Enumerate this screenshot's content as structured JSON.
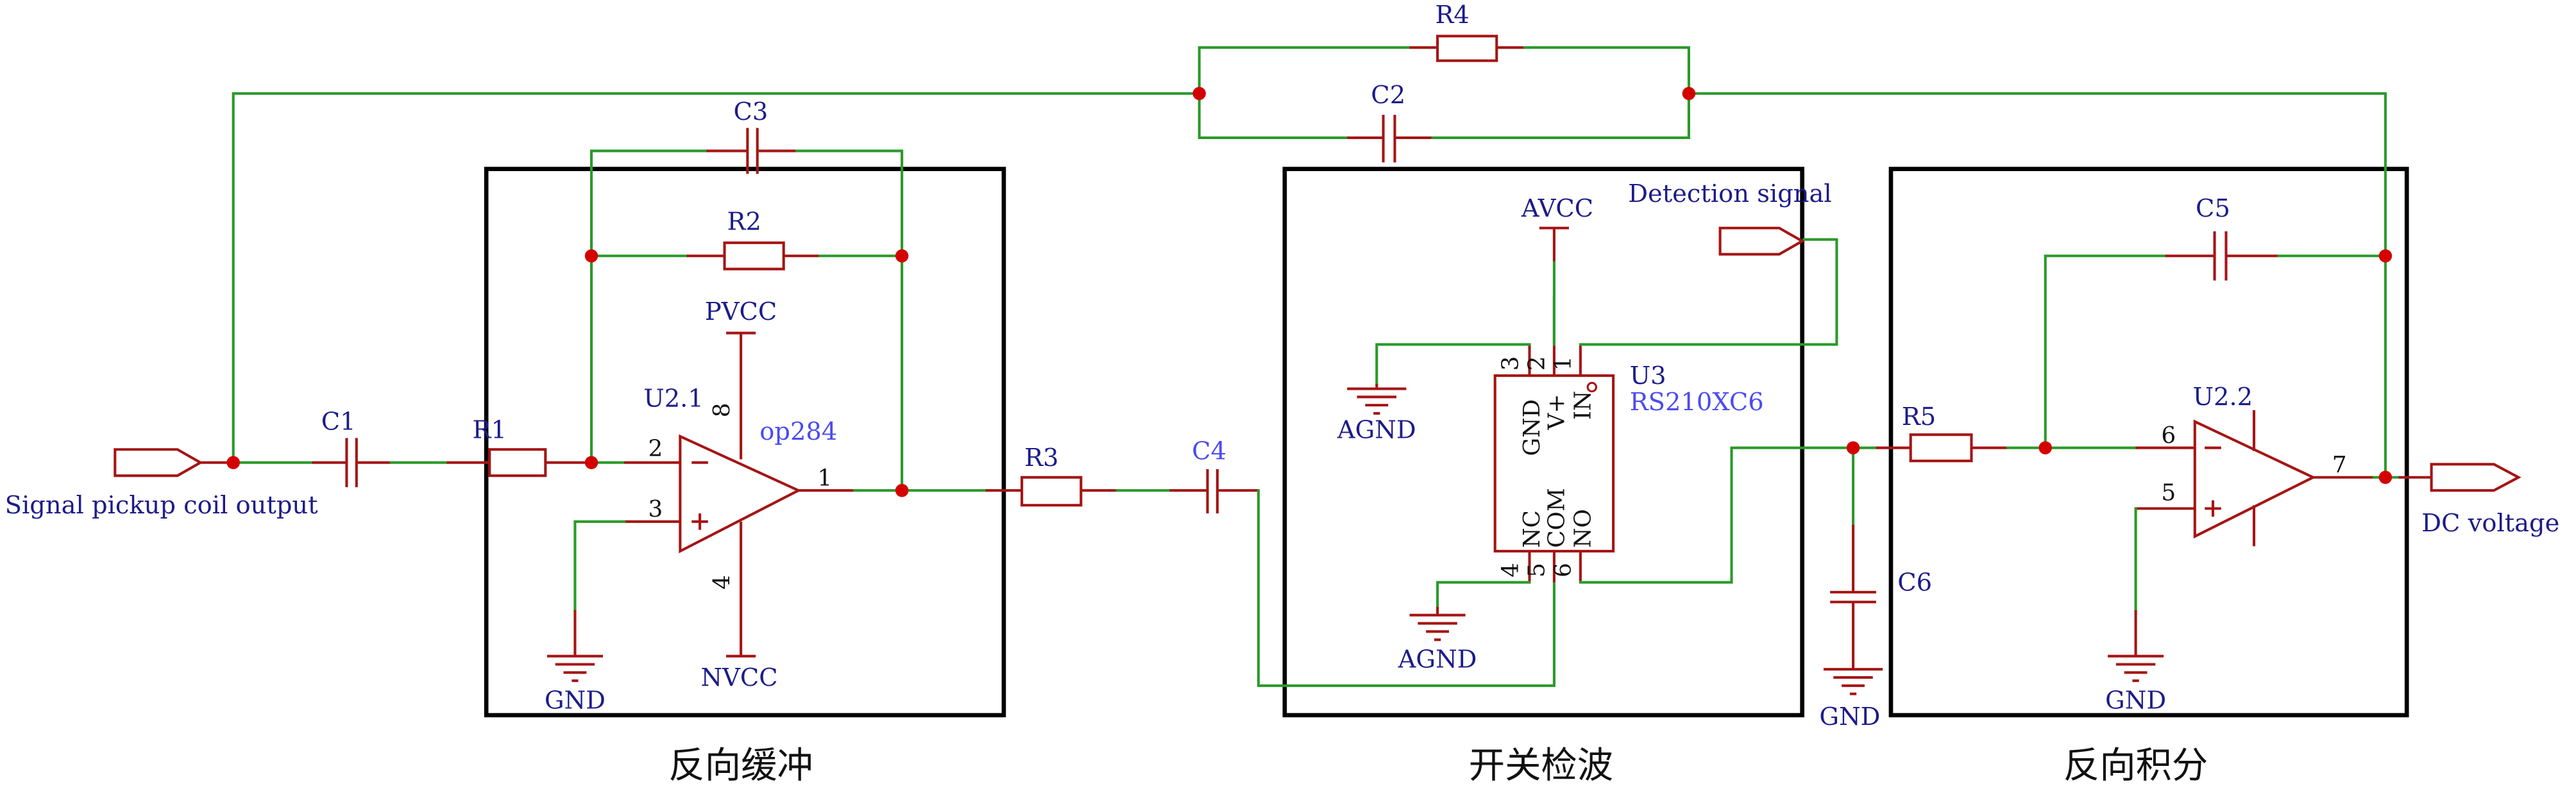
{
  "diagram": {
    "type": "circuit-schematic",
    "colors": {
      "wire": "#2a9a2a",
      "component": "#a51515",
      "junction": "#d40000",
      "label": "#1c1c8a",
      "part_value": "#4b4bf2",
      "block_border": "#000000"
    },
    "ports": {
      "input": "Signal pickup coil output",
      "detection": "Detection signal",
      "output": "DC voltage"
    },
    "blocks": {
      "buffer": "反向缓冲",
      "detector": "开关检波",
      "integrator": "反向积分"
    },
    "components": {
      "C1": "C1",
      "R1": "R1",
      "R2": "R2",
      "C3": "C3",
      "R3": "R3",
      "C4": "C4",
      "R4": "R4",
      "C2": "C2",
      "R5": "R5",
      "C5": "C5",
      "C6": "C6"
    },
    "opamp1": {
      "ref": "U2.1",
      "part": "op284",
      "pins": {
        "inv": "2",
        "noninv": "3",
        "out": "1",
        "vpos": "8",
        "vneg": "4"
      },
      "inv_sign": "−",
      "noninv_sign": "+"
    },
    "opamp2": {
      "ref": "U2.2",
      "part": "",
      "pins": {
        "inv": "6",
        "noninv": "5",
        "out": "7"
      },
      "inv_sign": "−",
      "noninv_sign": "+"
    },
    "switch": {
      "ref": "U3",
      "part": "RS210XC6",
      "pins": {
        "p1": "1",
        "p2": "2",
        "p3": "3",
        "p4": "4",
        "p5": "5",
        "p6": "6"
      },
      "pin_names": {
        "gnd": "GND",
        "vplus": "V+",
        "in": "IN",
        "nc": "NC",
        "com": "COM",
        "no": "NO"
      }
    },
    "power": {
      "pvcc": "PVCC",
      "nvcc": "NVCC",
      "avcc": "AVCC",
      "gnd": "GND",
      "agnd": "AGND"
    }
  }
}
